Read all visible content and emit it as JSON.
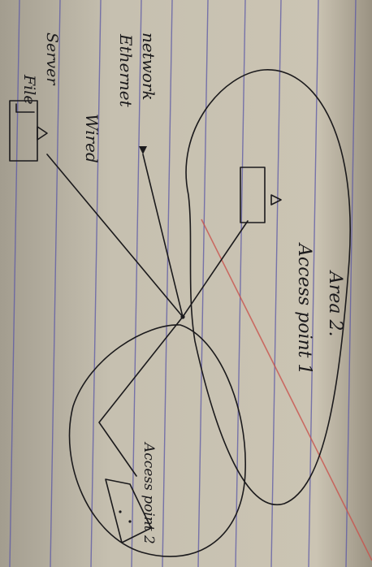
{
  "diagram": {
    "labels": {
      "file_server_line1": "File",
      "file_server_line2": "Server",
      "wired_line1": "Wired",
      "wired_line2": "Ethernet",
      "wired_line3": "network",
      "ap1": "Access point 1",
      "area": "Area 2.",
      "ap2": "Access point 2"
    },
    "colors": {
      "paper": "#c7bfae",
      "rule_line": "#5a57a6",
      "margin_line": "#c9534d",
      "ink": "#1b1a1c"
    }
  }
}
